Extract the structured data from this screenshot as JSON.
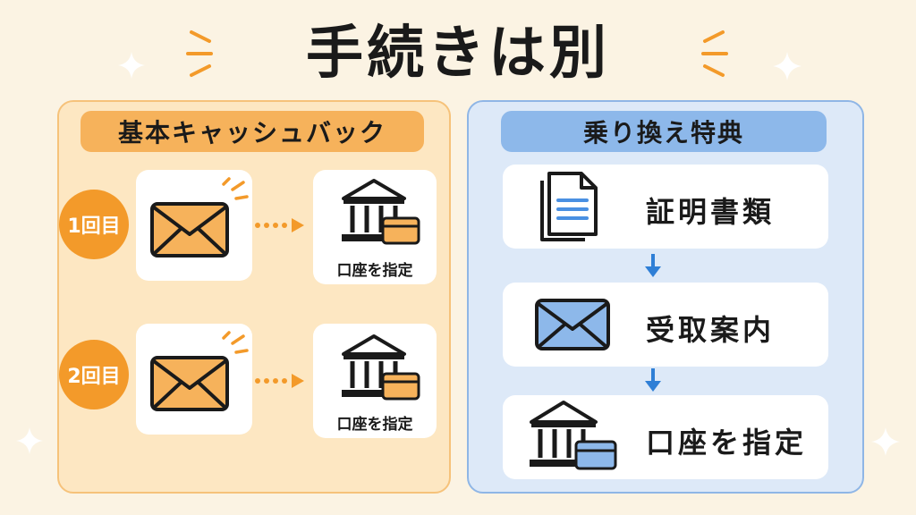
{
  "title": "手続きは別",
  "left_panel": {
    "header": "基本キャッシュバック",
    "rows": [
      {
        "badge": "1回目",
        "bank_label": "口座を指定"
      },
      {
        "badge": "2回目",
        "bank_label": "口座を指定"
      }
    ]
  },
  "right_panel": {
    "header": "乗り換え特典",
    "steps": [
      {
        "label": "証明書類",
        "icon": "document-icon"
      },
      {
        "label": "受取案内",
        "icon": "envelope-icon"
      },
      {
        "label": "口座を指定",
        "icon": "bank-card-icon"
      }
    ]
  },
  "colors": {
    "background": "#fbf3e3",
    "orange_accent": "#f39a2a",
    "blue_accent": "#2f7fd6"
  }
}
